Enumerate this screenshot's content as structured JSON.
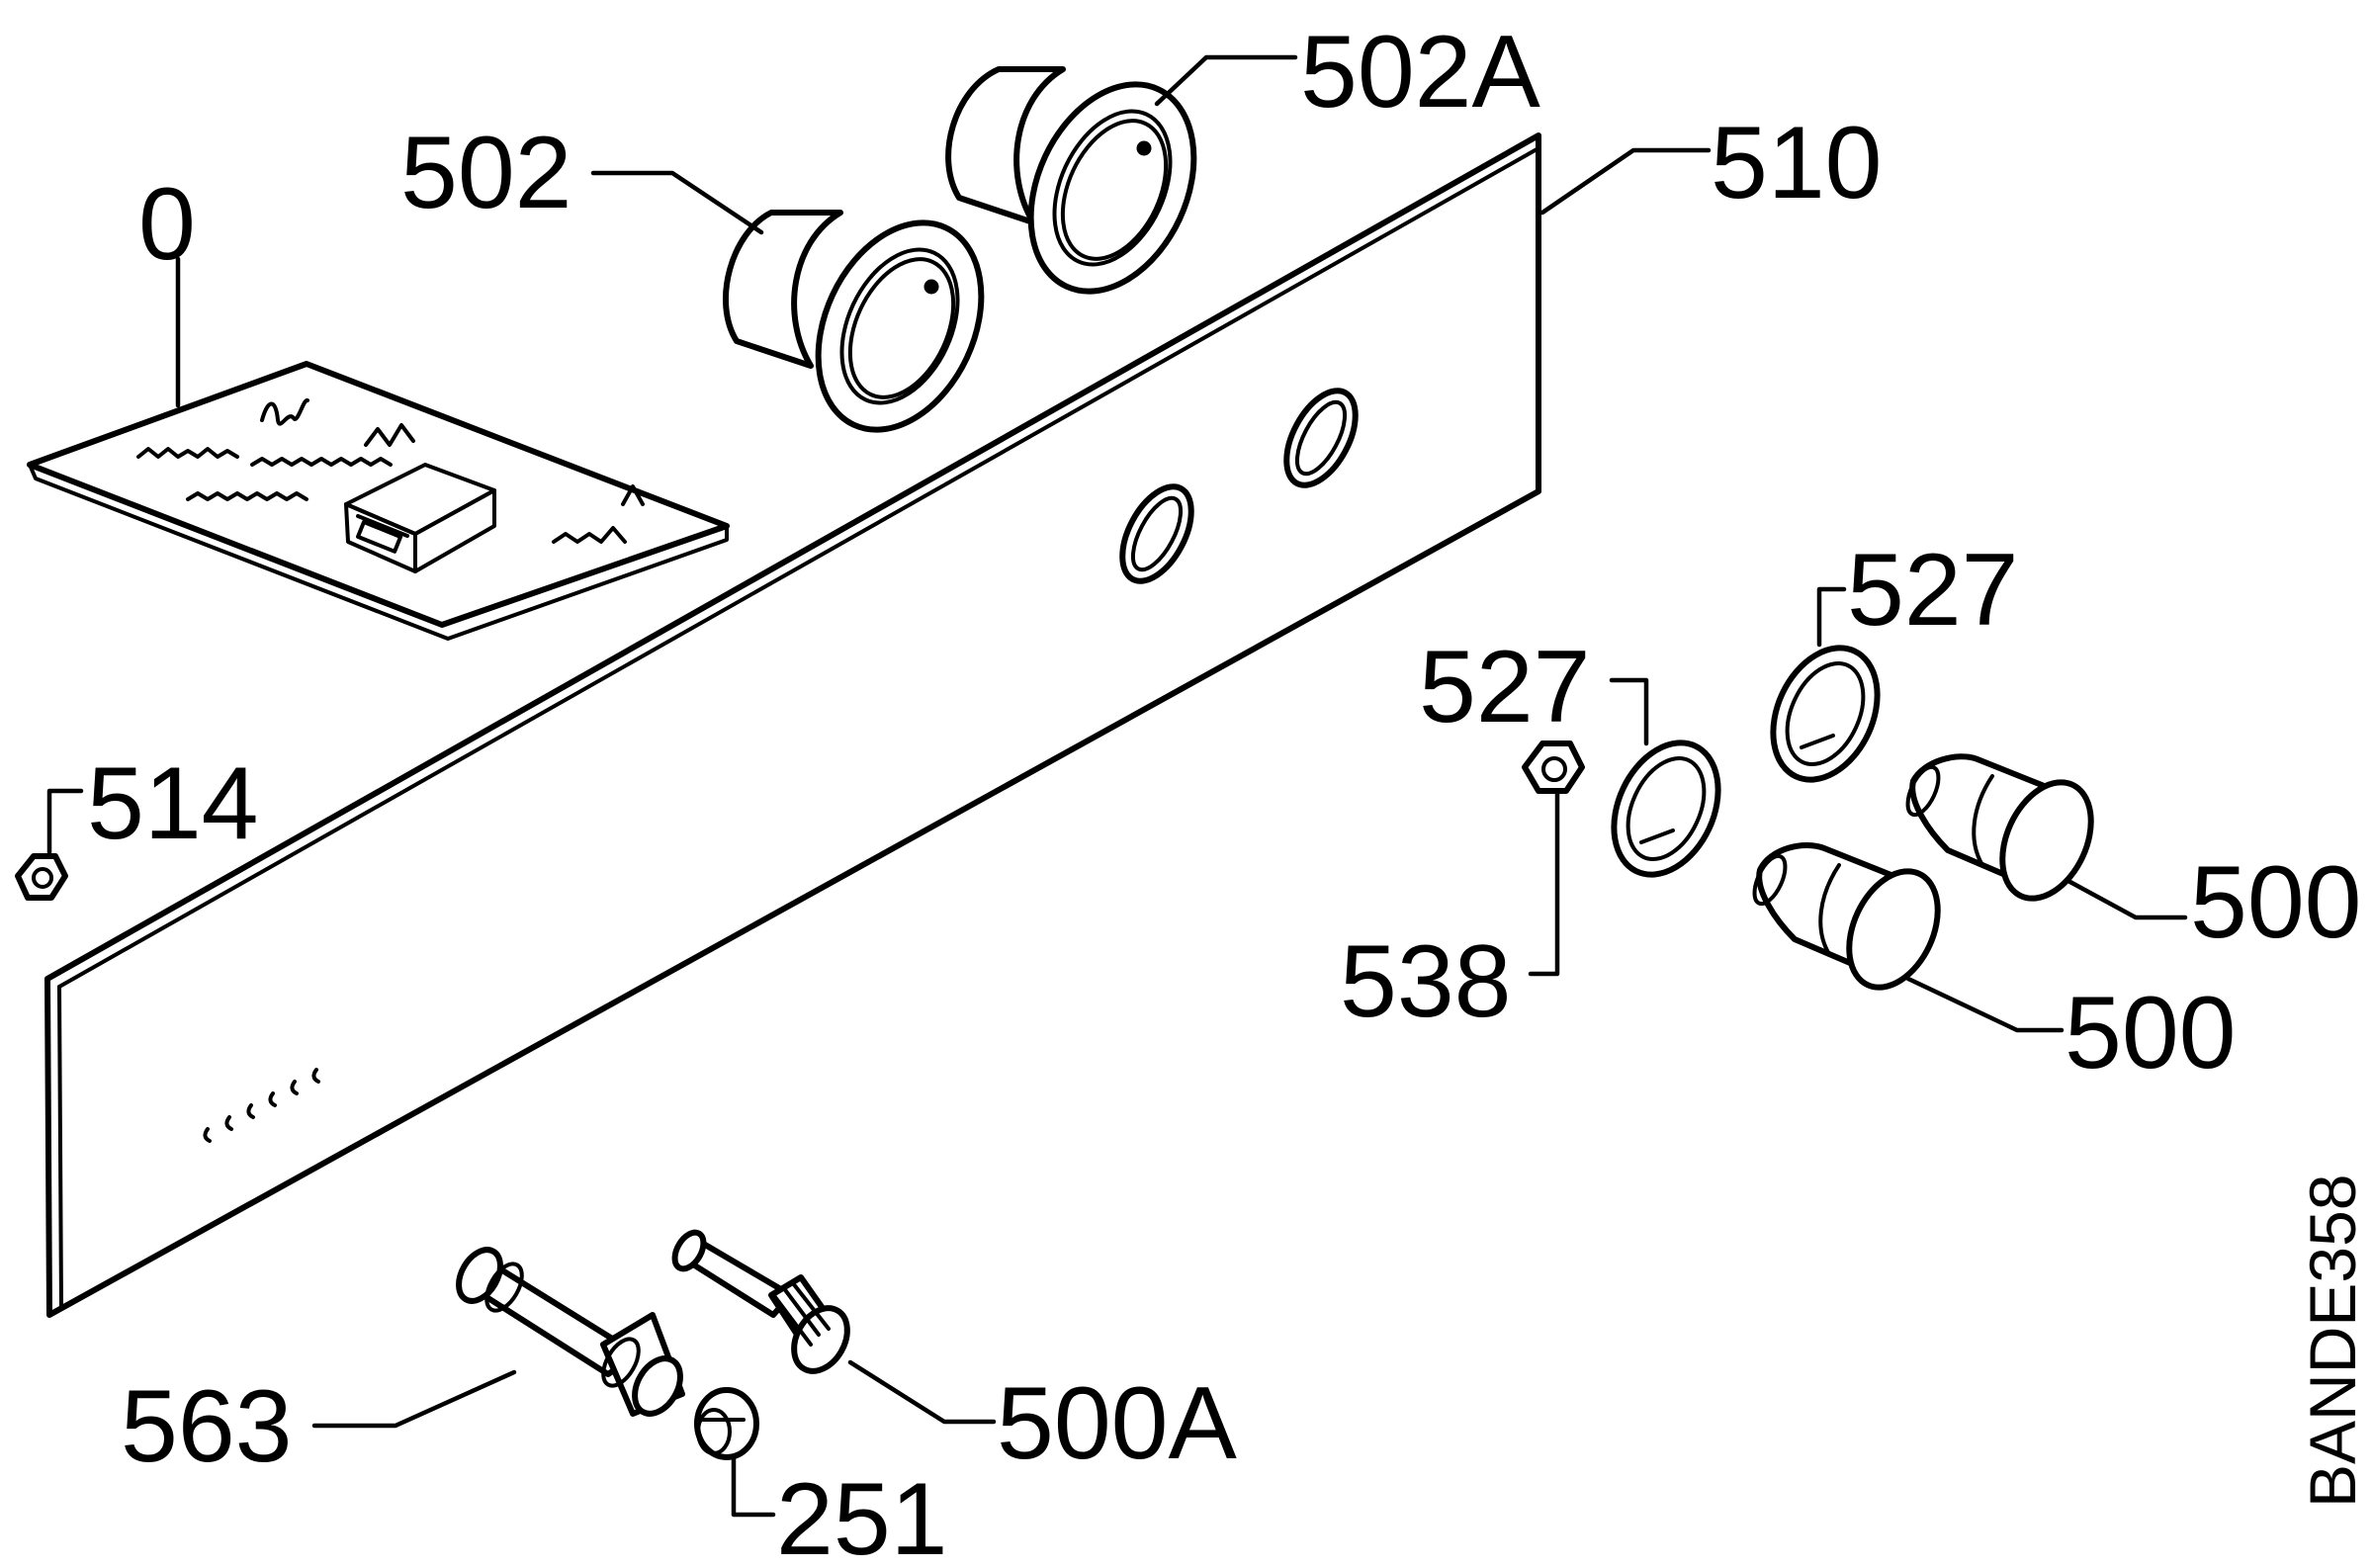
{
  "diagram": {
    "reference_code": "BANDE358",
    "callouts": {
      "c0": "0",
      "c502": "502",
      "c502a": "502A",
      "c510": "510",
      "c514": "514",
      "c527_left": "527",
      "c527_right": "527",
      "c538": "538",
      "c500_upper": "500",
      "c500_lower": "500",
      "c563": "563",
      "c500a": "500A",
      "c251": "251"
    }
  }
}
